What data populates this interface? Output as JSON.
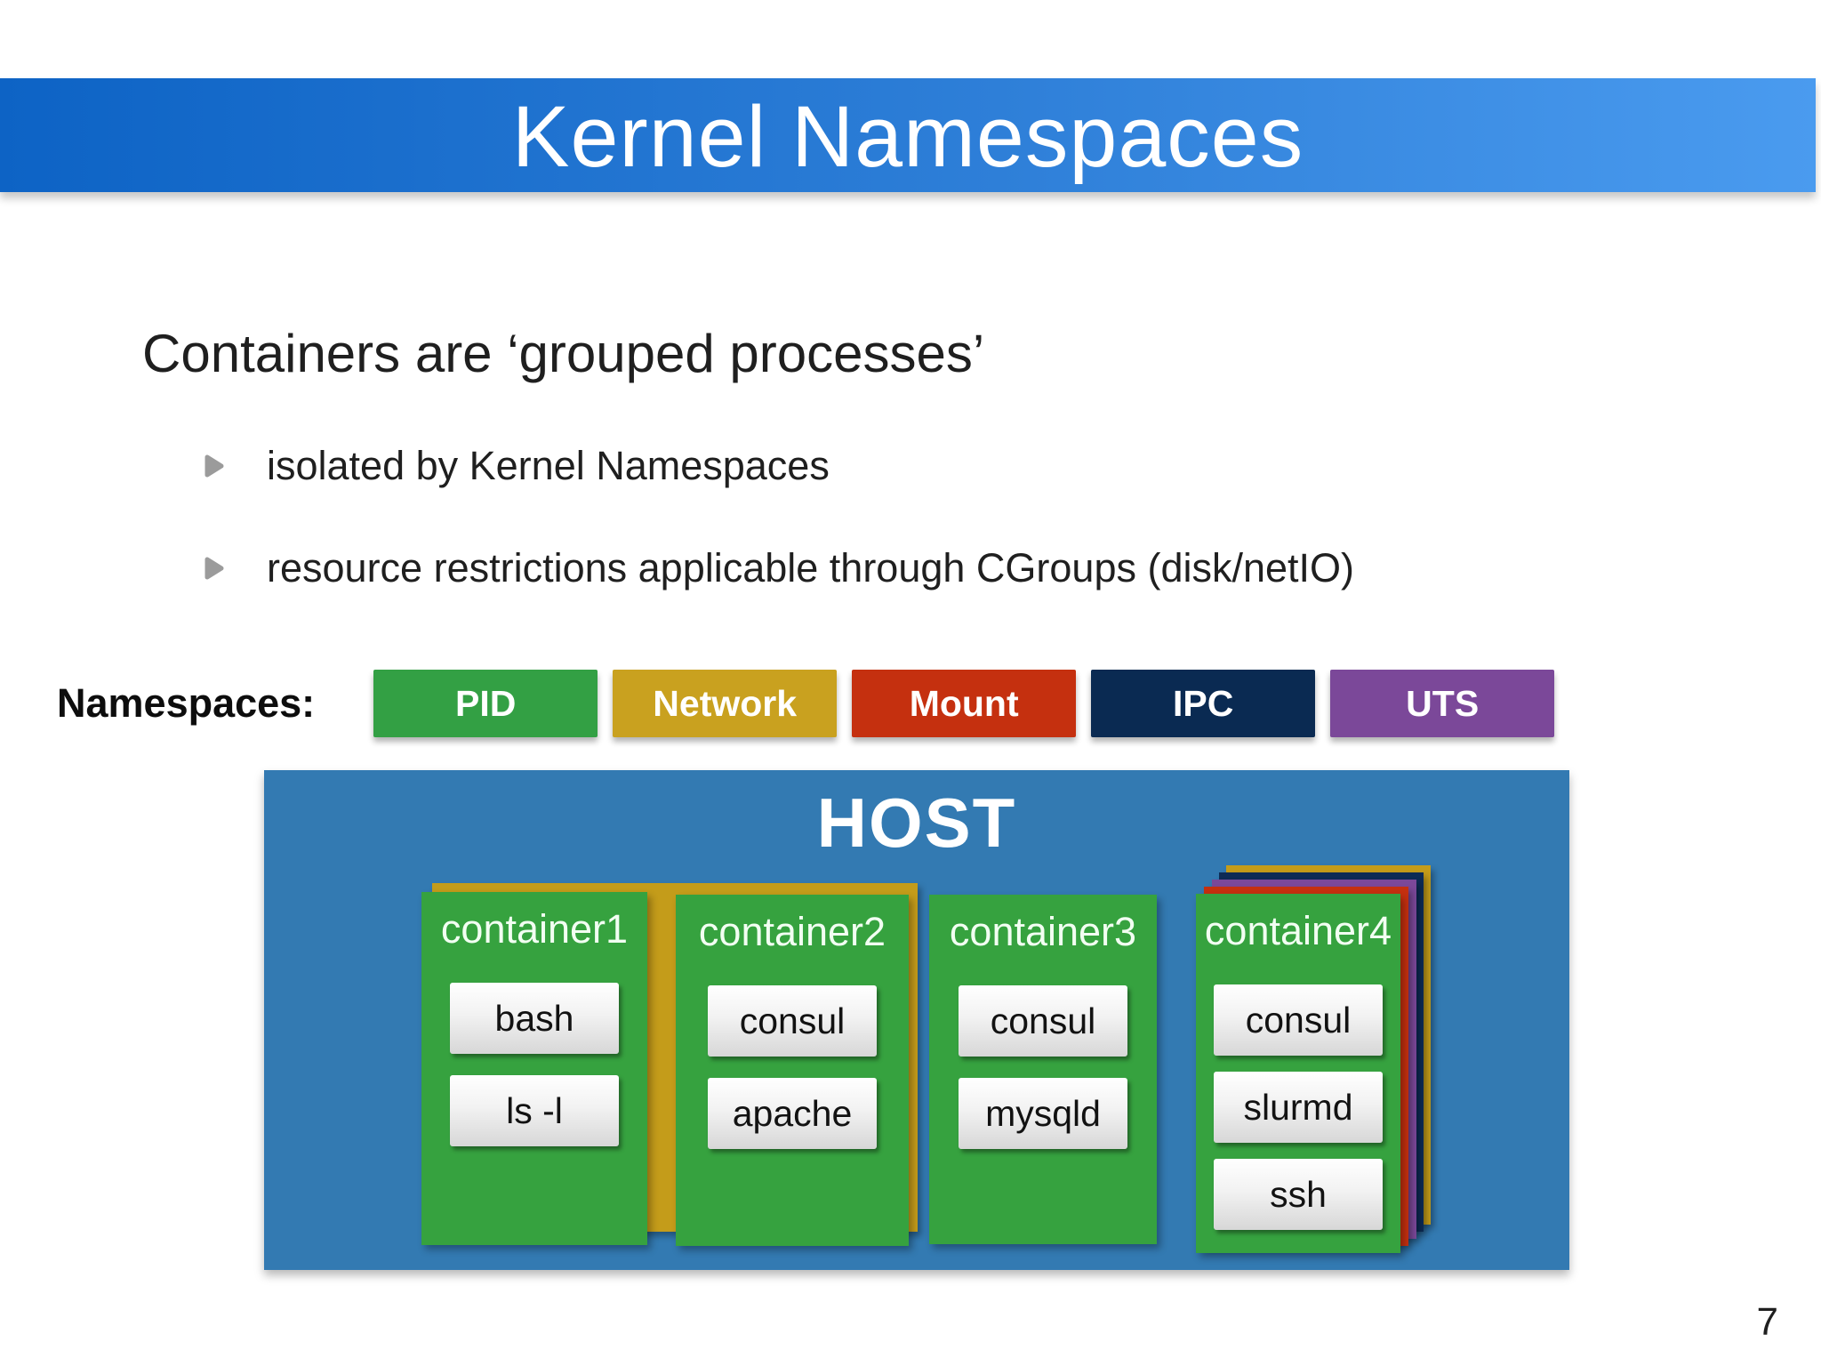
{
  "slide": {
    "title": "Kernel Namespaces",
    "heading": "Containers are ‘grouped processes’",
    "bullets": [
      "isolated by Kernel Namespaces",
      "resource restrictions applicable through CGroups (disk/netIO)"
    ],
    "namespaces_label": "Namespaces:",
    "namespaces": [
      {
        "label": "PID",
        "color": "#33a044"
      },
      {
        "label": "Network",
        "color": "#c9a11f"
      },
      {
        "label": "Mount",
        "color": "#c5300f"
      },
      {
        "label": "IPC",
        "color": "#0a2a52"
      },
      {
        "label": "UTS",
        "color": "#7b4899"
      }
    ],
    "host": {
      "label": "HOST",
      "containers": [
        {
          "name": "container1",
          "processes": [
            "bash",
            "ls -l"
          ]
        },
        {
          "name": "container2",
          "processes": [
            "consul",
            "apache"
          ]
        },
        {
          "name": "container3",
          "processes": [
            "consul",
            "mysqld"
          ]
        },
        {
          "name": "container4",
          "processes": [
            "consul",
            "slurmd",
            "ssh"
          ]
        }
      ]
    },
    "page_number": "7",
    "colors": {
      "header_gradient_left": "#0d63c5",
      "header_gradient_right": "#4a9bef",
      "host_background": "#337ab2",
      "container_green": "#36a23f",
      "backing_gold": "#c49c1a",
      "backing_navy": "#0d2b55",
      "backing_purple": "#7b4899",
      "backing_red": "#c5300f"
    }
  }
}
